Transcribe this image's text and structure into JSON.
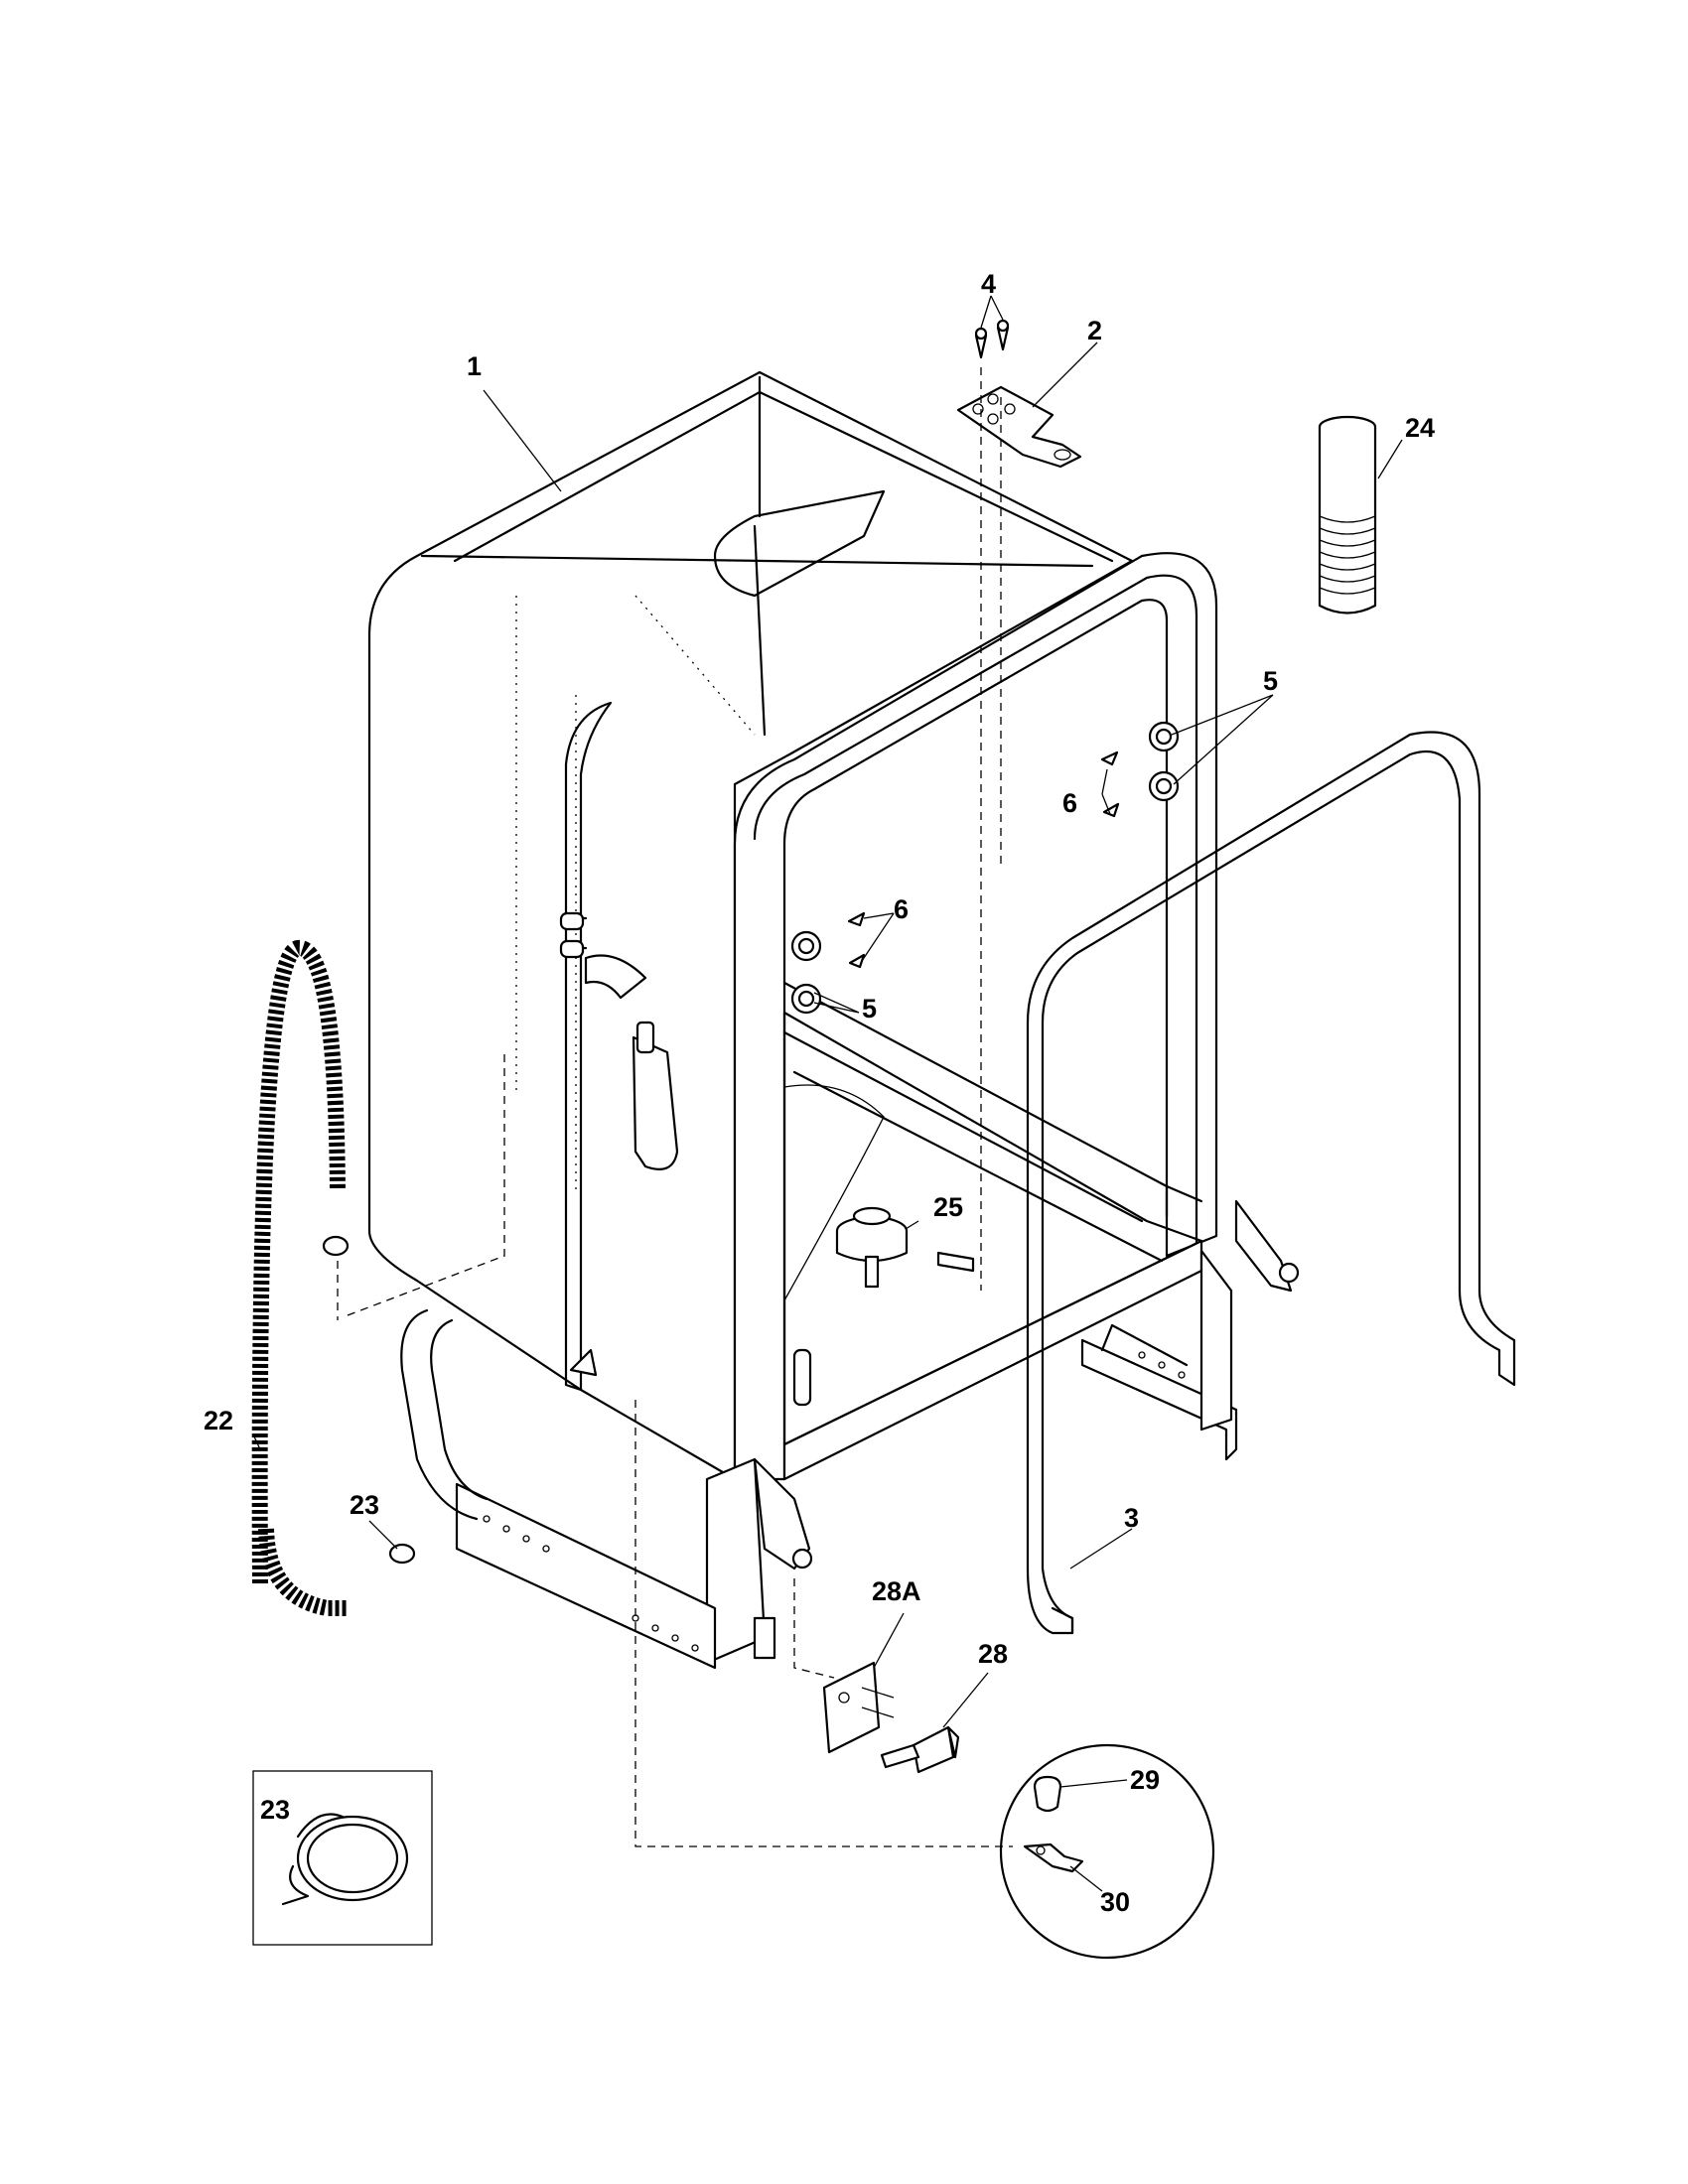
{
  "diagram": {
    "type": "exploded parts diagram",
    "callouts": [
      {
        "id": "c1",
        "label": "1"
      },
      {
        "id": "c2",
        "label": "2"
      },
      {
        "id": "c3",
        "label": "3"
      },
      {
        "id": "c4",
        "label": "4"
      },
      {
        "id": "c5a",
        "label": "5"
      },
      {
        "id": "c5b",
        "label": "5"
      },
      {
        "id": "c6a",
        "label": "6"
      },
      {
        "id": "c6b",
        "label": "6"
      },
      {
        "id": "c22",
        "label": "22"
      },
      {
        "id": "c23a",
        "label": "23"
      },
      {
        "id": "c23b",
        "label": "23"
      },
      {
        "id": "c24",
        "label": "24"
      },
      {
        "id": "c25",
        "label": "25"
      },
      {
        "id": "c28",
        "label": "28"
      },
      {
        "id": "c28a",
        "label": "28A"
      },
      {
        "id": "c29",
        "label": "29"
      },
      {
        "id": "c30",
        "label": "30"
      }
    ]
  }
}
